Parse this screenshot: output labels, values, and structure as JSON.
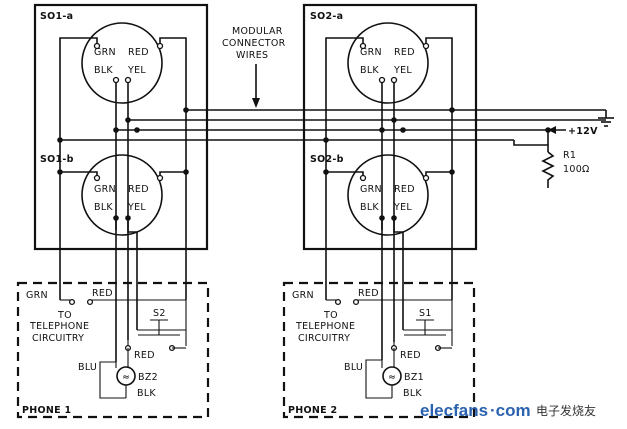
{
  "labels": {
    "so1a": "SO1-a",
    "so1b": "SO1-b",
    "so2a": "SO2-a",
    "so2b": "SO2-b",
    "grn": "GRN",
    "red": "RED",
    "blk": "BLK",
    "yel": "YEL",
    "modular_1": "MODULAR",
    "modular_2": "CONNECTOR",
    "modular_3": "WIRES",
    "plus12v": "+12V",
    "r1": "R1",
    "r1_value": "100Ω",
    "to": "TO",
    "telephone": "TELEPHONE",
    "circuitry": "CIRCUITRY",
    "s1": "S1",
    "s2": "S2",
    "blu": "BLU",
    "bz1": "BZ1",
    "bz2": "BZ2",
    "phone1": "PHONE 1",
    "phone2": "PHONE 2"
  },
  "watermark": {
    "site": "elecfans",
    "tld": "·com",
    "cn": "电子发烧友"
  },
  "colors": {
    "ink": "#111111",
    "watermark": "#2a62b0"
  }
}
